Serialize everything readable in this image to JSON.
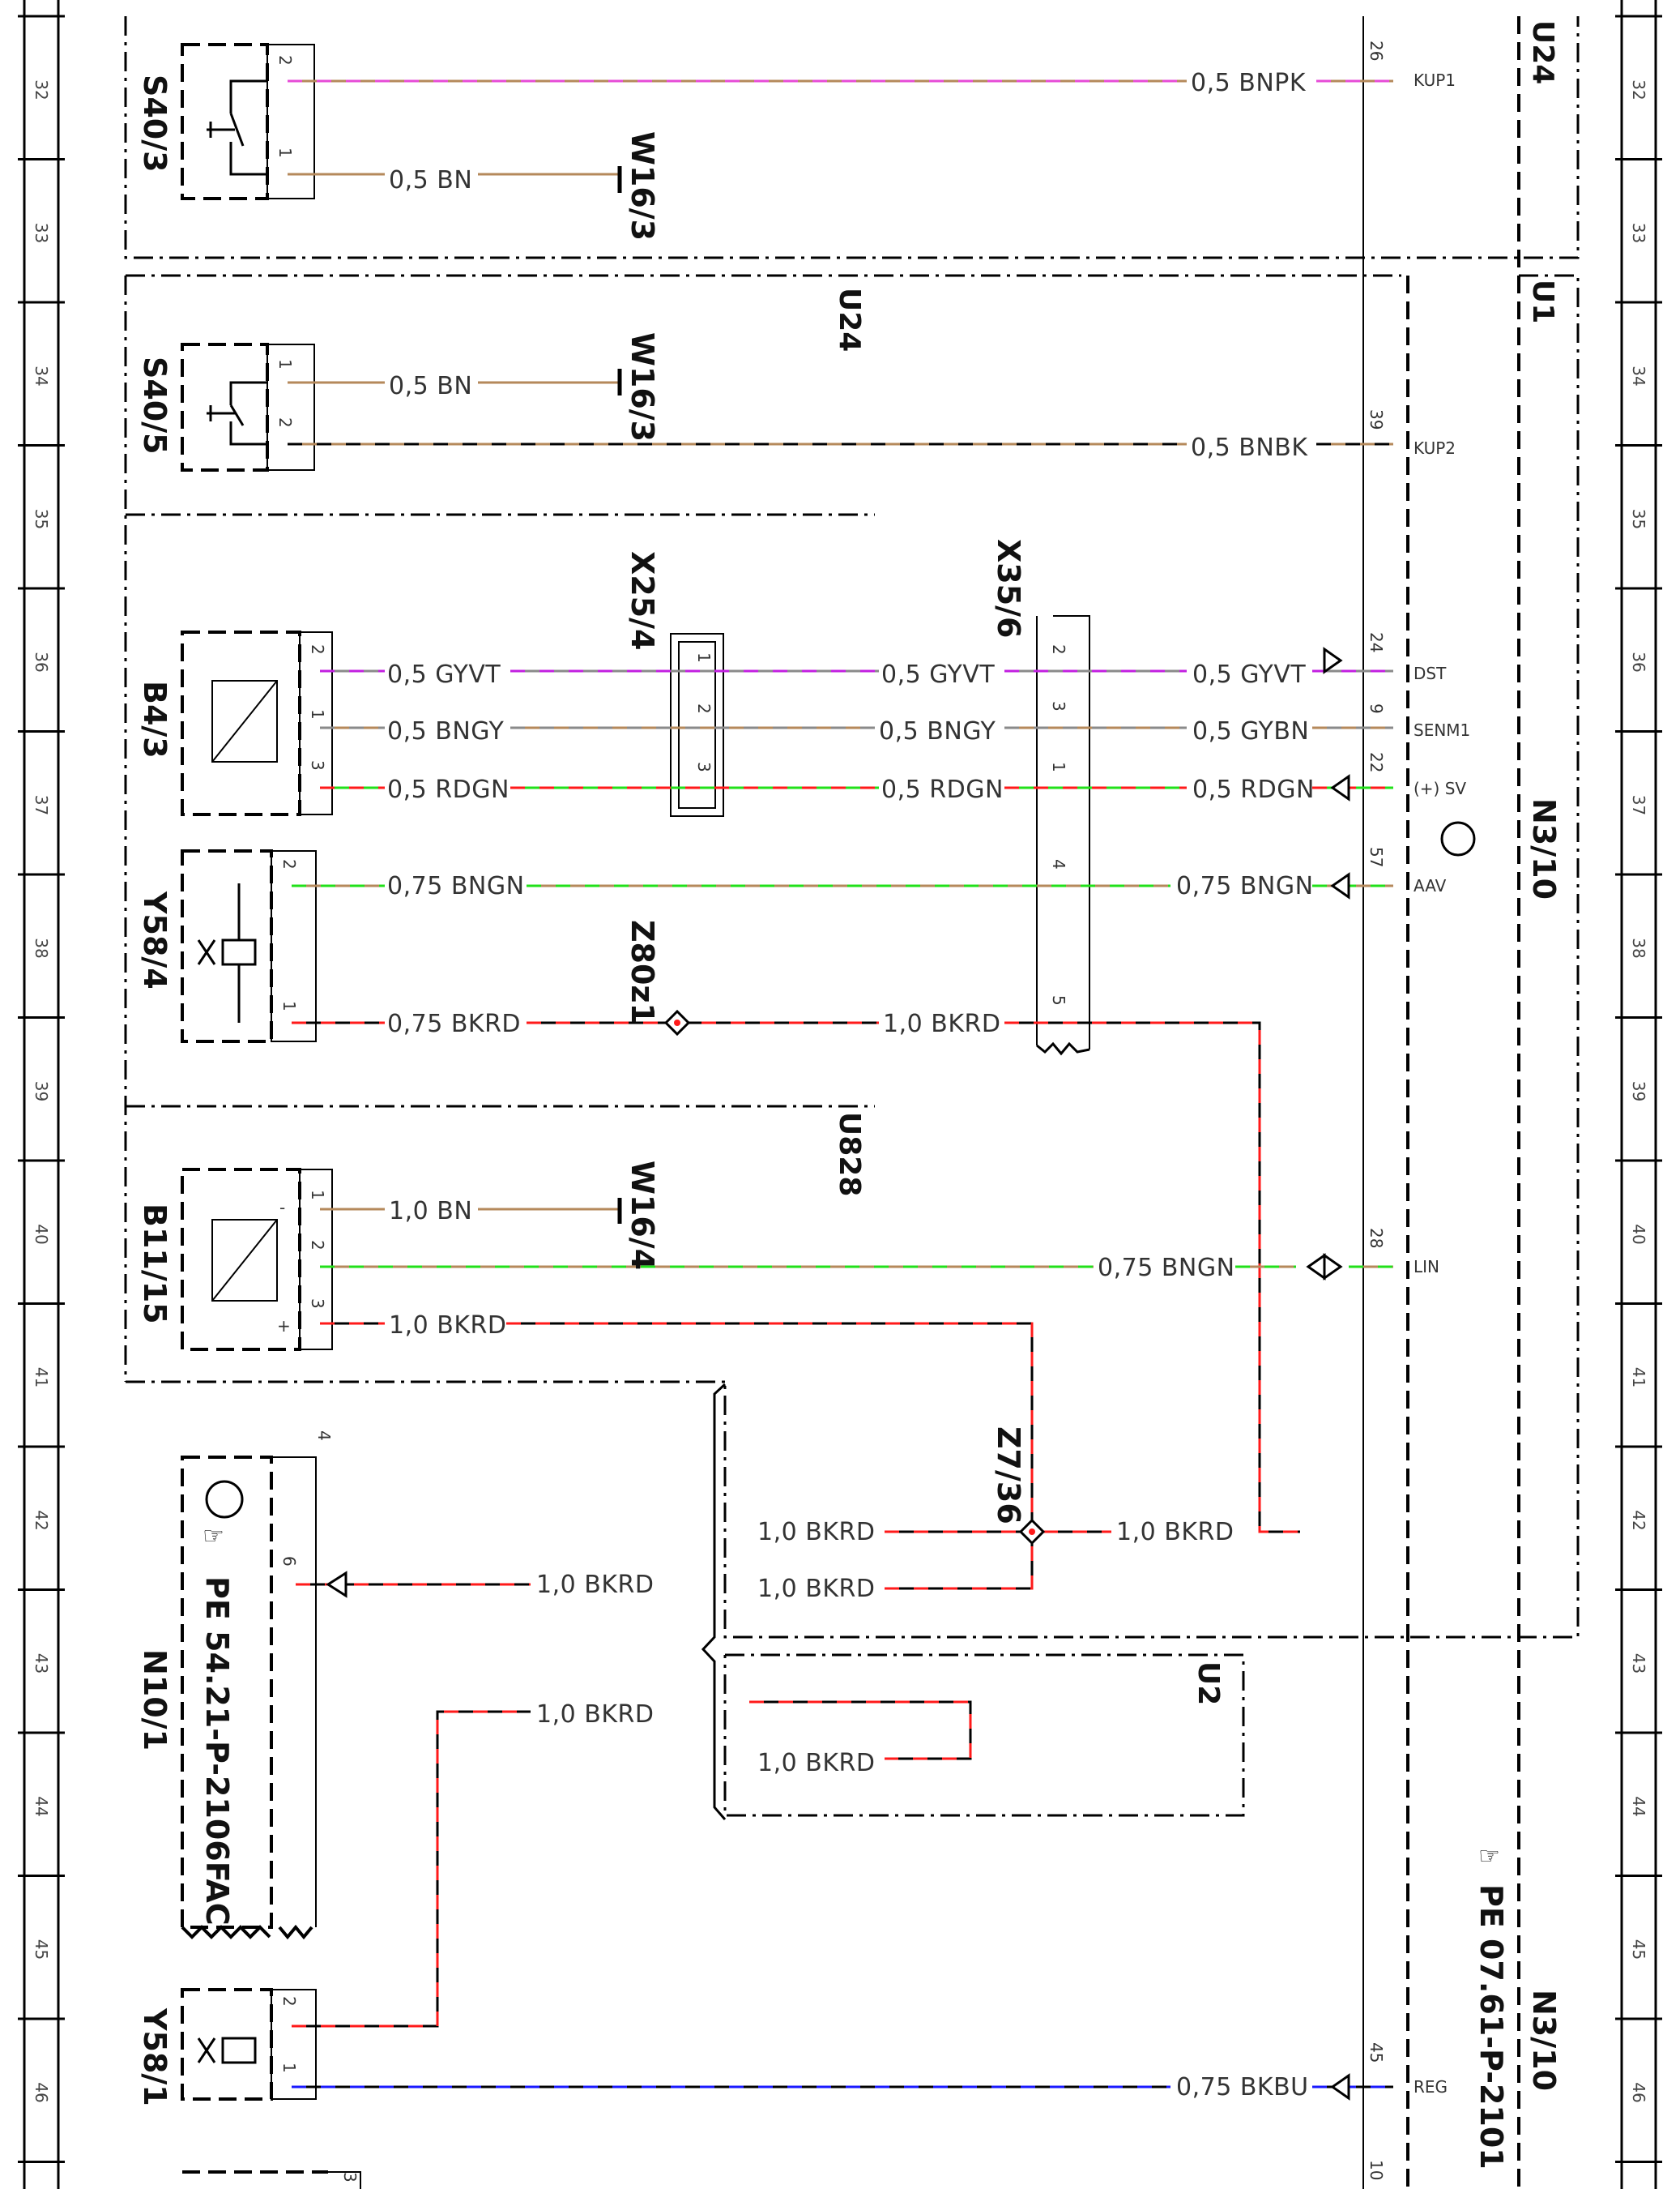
{
  "colors": {
    "BN": "#b5895b",
    "PK": "#e64bd7",
    "BK": "#000000",
    "GY": "#8a8a8a",
    "VT": "#c21fe0",
    "RD": "#ff1a1a",
    "GN": "#22e01a",
    "BU": "#1a1aff"
  },
  "ruler": {
    "rows": [
      {
        "n": "32"
      },
      {
        "n": "33"
      },
      {
        "n": "34"
      },
      {
        "n": "35"
      },
      {
        "n": "36"
      },
      {
        "n": "37"
      },
      {
        "n": "38"
      },
      {
        "n": "39"
      },
      {
        "n": "40"
      },
      {
        "n": "41"
      },
      {
        "n": "42"
      },
      {
        "n": "43"
      },
      {
        "n": "44"
      },
      {
        "n": "45"
      },
      {
        "n": "46"
      }
    ]
  },
  "areas": {
    "u24_top": "U24",
    "u24": "U24",
    "u1": "U1",
    "u828": "U828",
    "u2": "U2"
  },
  "components": {
    "s40_3": "S40/3",
    "s40_5": "S40/5",
    "b4_3": "B4/3",
    "y58_4": "Y58/4",
    "b11_15": "B11/15",
    "n10_1": "N10/1",
    "n10_1_ref": "PE 54.21-P-2106FAC",
    "y58_1": "Y58/1",
    "n3_10": "N3/10",
    "n3_10_b": "N3/10",
    "n3_10_ref": "PE 07.61-P-2101",
    "x25_4": "X25/4",
    "x35_6": "X35/6",
    "z80z1": "Z80z1",
    "z7_36": "Z7/36",
    "w16_3a": "W16/3",
    "w16_3b": "W16/3",
    "w16_4": "W16/4"
  },
  "pin_names": {
    "kup1": "KUP1",
    "kup2": "KUP2",
    "dst": "DST",
    "senm1": "SENM1",
    "sv": "(+) SV",
    "aav": "AAV",
    "lin": "LIN",
    "reg": "REG"
  },
  "pins": {
    "n3_26": "26",
    "n3_39": "39",
    "n3_24": "24",
    "n3_9": "9",
    "n3_22": "22",
    "n3_57": "57",
    "n3_28": "28",
    "n3_45": "45",
    "n3_10": "10",
    "s403_2": "2",
    "s403_1": "1",
    "s405_1": "1",
    "s405_2": "2",
    "b43_2": "2",
    "b43_1": "1",
    "b43_3": "3",
    "y584_2": "2",
    "y584_1": "1",
    "b1115_1": "1",
    "b1115_2": "2",
    "b1115_3": "3",
    "x254_1": "1",
    "x254_2": "2",
    "x254_3": "3",
    "x356_2": "2",
    "x356_3": "3",
    "x356_1": "1",
    "x356_4": "4",
    "x356_5": "5",
    "n101_6": "6",
    "n101_4": "4",
    "y581_2": "2",
    "y581_1": "1",
    "next_3": "3",
    "b1115_minus": "-",
    "b1115_plus": "+"
  },
  "wire_labels": {
    "w1": "0,5 BNPK",
    "w2": "0,5 BN",
    "w3": "0,5 BN",
    "w4": "0,5 BNBK",
    "w5a": "0,5 GYVT",
    "w5b": "0,5 GYVT",
    "w5c": "0,5 GYVT",
    "w6a": "0,5 BNGY",
    "w6b": "0,5 BNGY",
    "w6c": "0,5 GYBN",
    "w7a": "0,5 RDGN",
    "w7b": "0,5 RDGN",
    "w7c": "0,5 RDGN",
    "w8a": "0,75 BNGN",
    "w8b": "0,75 BNGN",
    "w9a": "0,75 BKRD",
    "w9b": "1,0 BKRD",
    "w10": "1,0 BN",
    "w11": "0,75 BNGN",
    "w12": "1,0 BKRD",
    "w13a": "1,0 BKRD",
    "w13b": "1,0 BKRD",
    "w14": "1,0 BKRD",
    "w15": "1,0 BKRD",
    "w16": "1,0 BKRD",
    "w17": "1,0 BKRD",
    "w18": "0,75 BKBU"
  }
}
